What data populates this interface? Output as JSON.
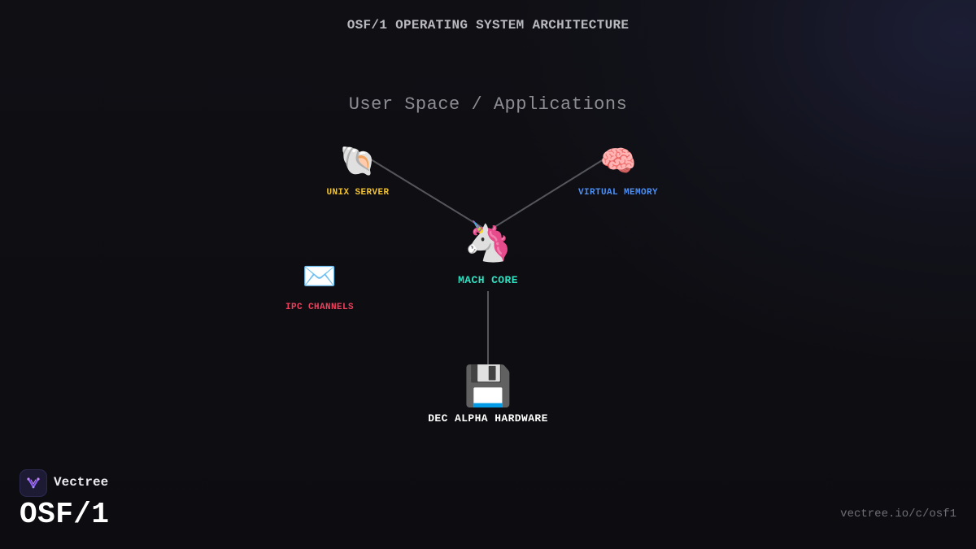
{
  "header": {
    "title": "OSF/1 OPERATING SYSTEM ARCHITECTURE",
    "subtitle": "User Space / Applications"
  },
  "diagram": {
    "nodes": [
      {
        "id": "unix",
        "label": "UNIX SERVER",
        "icon": "spiral-shell-icon",
        "glyph": "🐚",
        "color": "#f2c12e"
      },
      {
        "id": "vm",
        "label": "VIRTUAL MEMORY",
        "icon": "brain-icon",
        "glyph": "🧠",
        "color": "#4c8ff5"
      },
      {
        "id": "mach",
        "label": "MACH CORE",
        "icon": "unicorn-icon",
        "glyph": "🦄",
        "color": "#2fe0c0"
      },
      {
        "id": "ipc",
        "label": "IPC CHANNELS",
        "icon": "envelope-icon",
        "glyph": "✉️",
        "color": "#ef3f5c"
      },
      {
        "id": "hw",
        "label": "DEC ALPHA HARDWARE",
        "icon": "floppy-disk-icon",
        "glyph": "💾",
        "color": "#ffffff"
      }
    ],
    "edges": [
      {
        "from": "unix",
        "to": "mach"
      },
      {
        "from": "vm",
        "to": "mach"
      },
      {
        "from": "mach",
        "to": "hw"
      }
    ],
    "edge_color": "#55555c"
  },
  "footer": {
    "brand": "Vectree",
    "brand_icon": "vectree-logo-icon",
    "product": "OSF/1",
    "url": "vectree.io/c/osf1"
  }
}
